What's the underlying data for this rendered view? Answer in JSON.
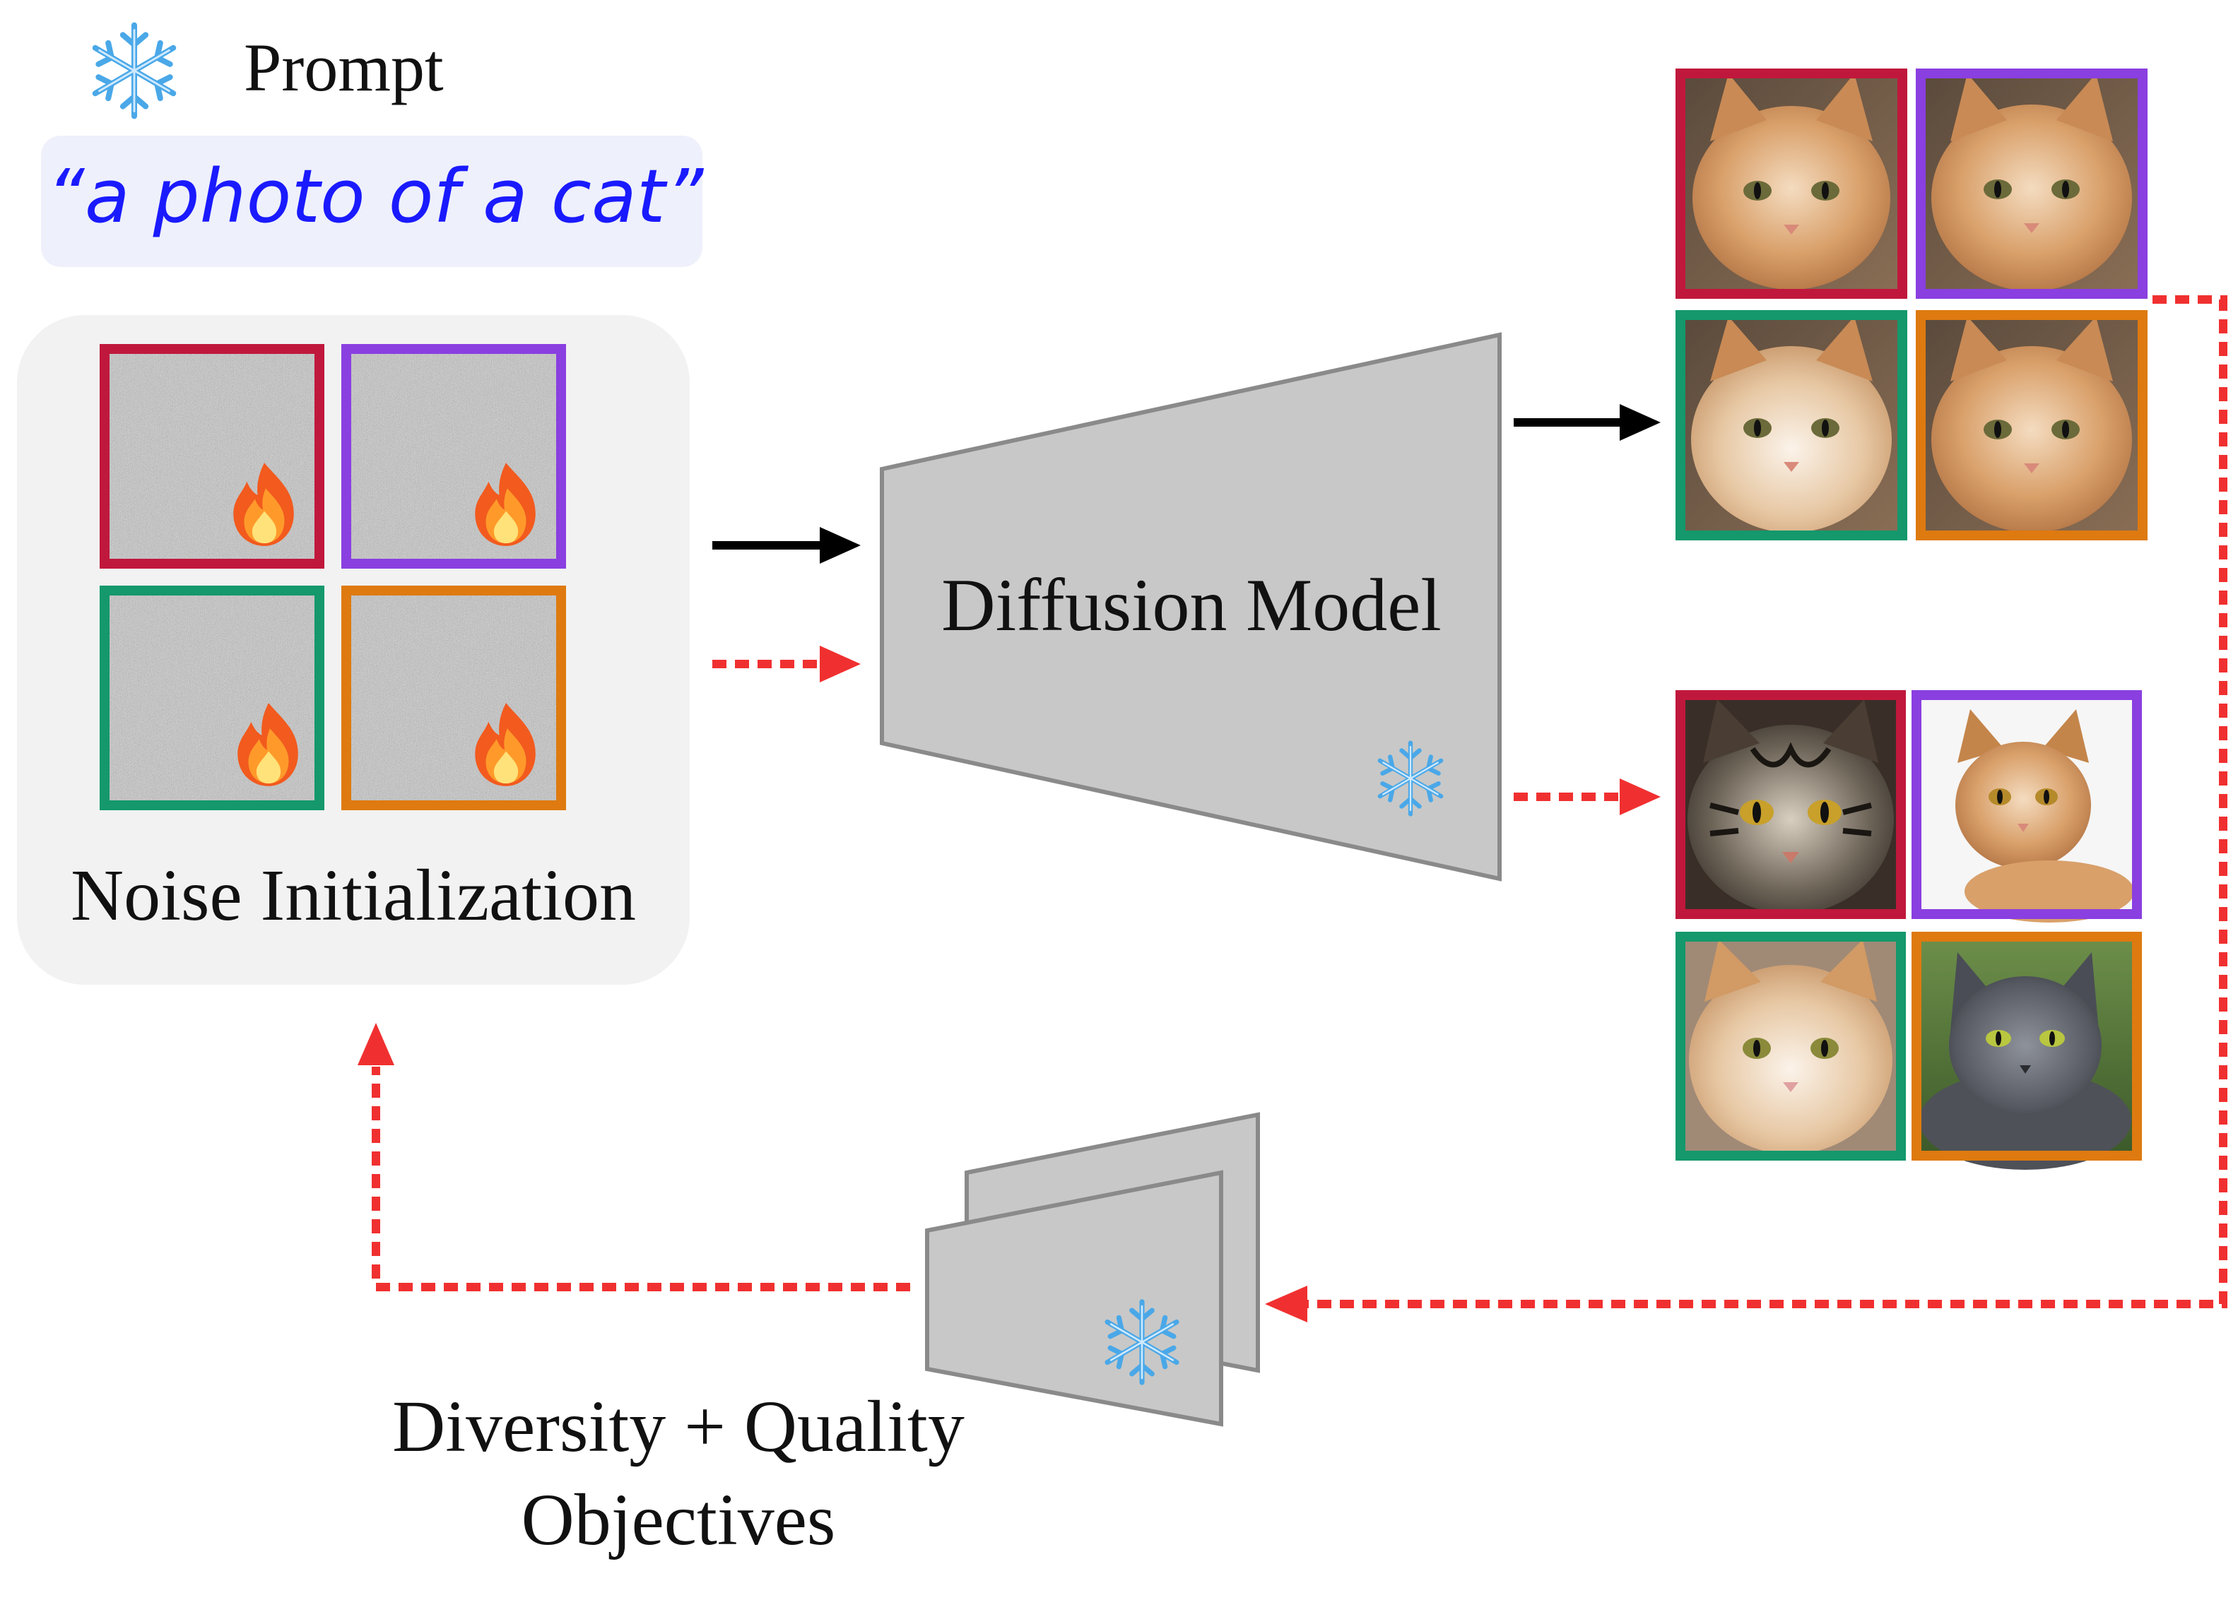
{
  "prompt": {
    "label": "Prompt",
    "text": "“a photo of a cat”",
    "icon": "snowflake-icon",
    "text_color": "#1a1aff",
    "box_color": "#eef0fb"
  },
  "noise": {
    "label": "Noise Initialization",
    "panel_color": "#f2f2f2",
    "icon": "fire-icon"
  },
  "model": {
    "label": "Diffusion Model",
    "icon": "snowflake-icon",
    "fill": "#c8c8c8",
    "stroke": "#8a8a8a"
  },
  "objectives": {
    "line1": "Diversity + Quality",
    "line2": "Objectives",
    "icon": "snowflake-icon",
    "fill": "#c8c8c8"
  },
  "frame_colors": {
    "red": "#c0183c",
    "purple": "#8a3fe0",
    "green": "#14986c",
    "orange": "#de7a10"
  },
  "arrow_colors": {
    "forward": "#000000",
    "optimized": "#f03030"
  }
}
